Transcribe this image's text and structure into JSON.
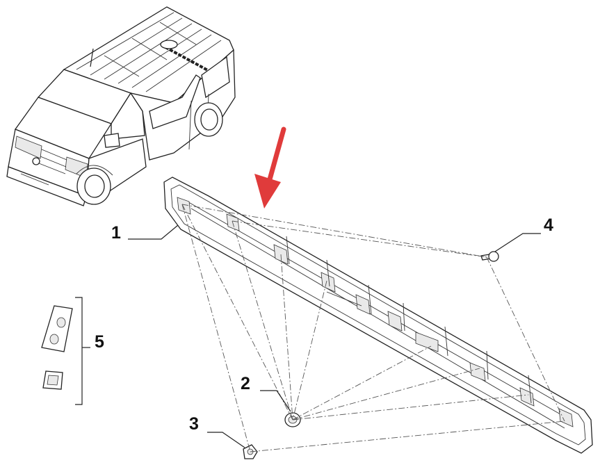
{
  "callouts": [
    {
      "id": "1",
      "label": "1"
    },
    {
      "id": "2",
      "label": "2"
    },
    {
      "id": "3",
      "label": "3"
    },
    {
      "id": "4",
      "label": "4"
    },
    {
      "id": "5",
      "label": "5"
    }
  ],
  "colors": {
    "arrow": "#e03b3b",
    "line": "#222222",
    "background": "#ffffff"
  }
}
